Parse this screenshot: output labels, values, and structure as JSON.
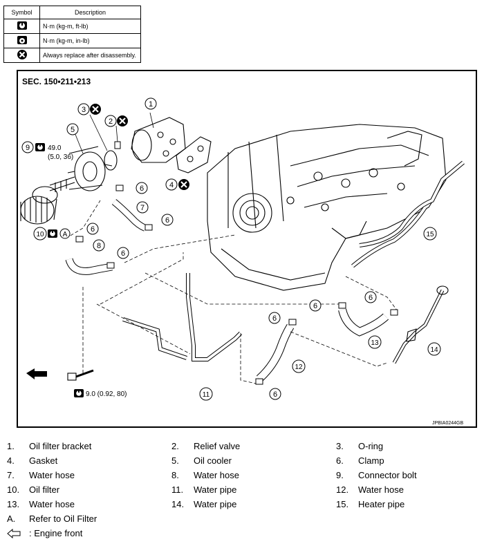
{
  "symbol_table": {
    "header_symbol": "Symbol",
    "header_description": "Description",
    "rows": [
      {
        "icon": "torque-wrench-icon",
        "text": "N·m (kg-m, ft-lb)"
      },
      {
        "icon": "torque-wrench-small-icon",
        "text": "N·m (kg-m, in-lb)"
      },
      {
        "icon": "always-replace-icon",
        "text": "Always replace after disassembly."
      }
    ]
  },
  "diagram": {
    "section": "SEC. 150•211•213",
    "code": "JPBIA0244GB",
    "callouts": {
      "c1": "1",
      "c2": "2",
      "c3": "3",
      "c4": "4",
      "c5": "5",
      "c6": "6",
      "c7": "7",
      "c8": "8",
      "c9": "9",
      "c10": "10",
      "c11": "11",
      "c12": "12",
      "c13": "13",
      "c14": "14",
      "c15": "15",
      "cA": "A"
    },
    "torque_connector_bolt": "49.0",
    "torque_connector_bolt_sub": "(5.0, 36)",
    "torque_water_pipe_bolt": "9.0 (0.92, 80)"
  },
  "legend": {
    "items": [
      {
        "num": "1.",
        "label": "Oil filter bracket"
      },
      {
        "num": "2.",
        "label": "Relief valve"
      },
      {
        "num": "3.",
        "label": "O-ring"
      },
      {
        "num": "4.",
        "label": "Gasket"
      },
      {
        "num": "5.",
        "label": "Oil cooler"
      },
      {
        "num": "6.",
        "label": "Clamp"
      },
      {
        "num": "7.",
        "label": "Water hose"
      },
      {
        "num": "8.",
        "label": "Water hose"
      },
      {
        "num": "9.",
        "label": "Connector bolt"
      },
      {
        "num": "10.",
        "label": "Oil filter"
      },
      {
        "num": "11.",
        "label": "Water pipe"
      },
      {
        "num": "12.",
        "label": "Water hose"
      },
      {
        "num": "13.",
        "label": "Water hose"
      },
      {
        "num": "14.",
        "label": "Water pipe"
      },
      {
        "num": "15.",
        "label": "Heater pipe"
      }
    ],
    "note_a_num": "A.",
    "note_a_label": "Refer to  Oil Filter",
    "engine_front_label": ": Engine front"
  }
}
